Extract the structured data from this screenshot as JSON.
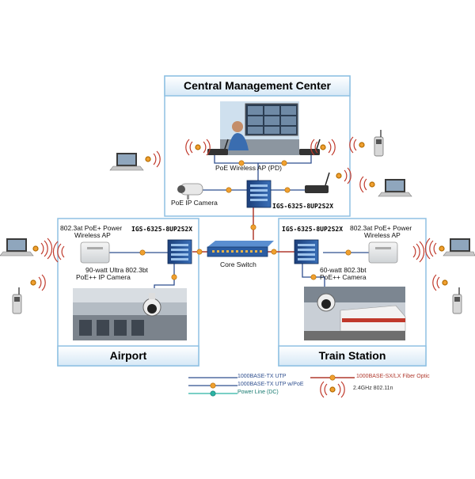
{
  "central": {
    "title": "Central Management Center",
    "ap_label": "PoE Wireless AP (PD)",
    "camera_label": "PoE IP Camera",
    "switch_model": "IGS-6325-8UP2S2X"
  },
  "core": {
    "label": "Core Switch"
  },
  "airport": {
    "title": "Airport",
    "switch_model": "IGS-6325-8UP2S2X",
    "ap_label_1": "802.3at PoE+ Power",
    "ap_label_2": "Wireless AP",
    "camera_label_1": "90-watt Ultra 802.3bt",
    "camera_label_2": "PoE++ IP Camera"
  },
  "train": {
    "title": "Train Station",
    "switch_model": "IGS-6325-8UP2S2X",
    "ap_label_1": "802.3at PoE+ Power",
    "ap_label_2": "Wireless AP",
    "camera_label_1": "60-watt 802.3bt",
    "camera_label_2": "PoE++ Camera"
  },
  "legend": {
    "utp": "1000BASE-TX UTP",
    "utp_poe": "1000BASE-TX UTP w/PoE",
    "power": "Power Line (DC)",
    "fiber": "1000BASE-SX/LX Fiber Optic",
    "wifi": "2.4GHz 802.11n"
  },
  "colors": {
    "box_border": "#8fc1e3",
    "title_bg": "#e8f2fa",
    "utp": "#2f4f8f",
    "poe_dot": "#f0a030",
    "power": "#2bb3a4",
    "fiber": "#b03a2e",
    "wifi": "#c0392b"
  }
}
